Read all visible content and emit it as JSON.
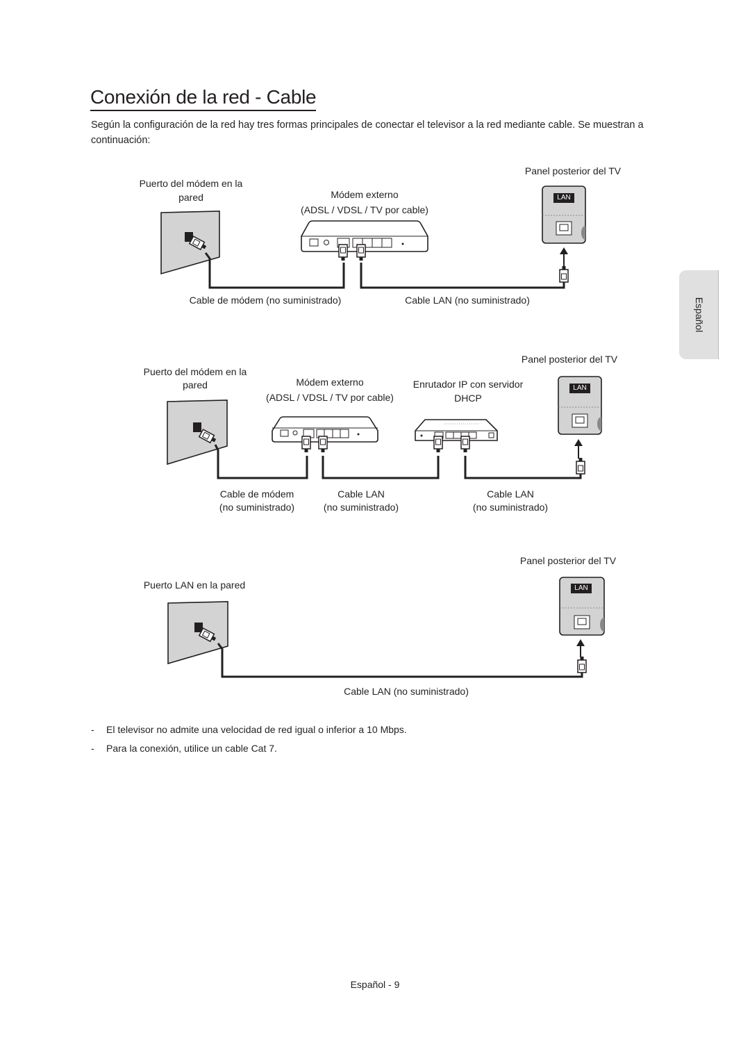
{
  "title": "Conexión de la red - Cable",
  "intro": "Según la configuración de la red hay tres formas principales de conectar el televisor a la red mediante cable. Se muestran a continuación:",
  "side_tab": "Español",
  "diagram1": {
    "tv_panel": "Panel posterior del TV",
    "wall_port_line1": "Puerto del módem en la",
    "wall_port_line2": "pared",
    "modem_line1": "Módem externo",
    "modem_line2": "(ADSL / VDSL / TV por cable)",
    "modem_cable": "Cable de módem (no suministrado)",
    "lan_cable": "Cable LAN (no suministrado)",
    "lan_badge": "LAN"
  },
  "diagram2": {
    "tv_panel": "Panel posterior del TV",
    "wall_port_line1": "Puerto del módem en la",
    "wall_port_line2": "pared",
    "modem_line1": "Módem externo",
    "modem_line2": "(ADSL / VDSL / TV por cable)",
    "router_line1": "Enrutador IP con servidor",
    "router_line2": "DHCP",
    "modem_cable_line1": "Cable de módem",
    "modem_cable_line2": "(no suministrado)",
    "lan_cable_a_line1": "Cable LAN",
    "lan_cable_a_line2": "(no suministrado)",
    "lan_cable_b_line1": "Cable LAN",
    "lan_cable_b_line2": "(no suministrado)",
    "lan_badge": "LAN"
  },
  "diagram3": {
    "tv_panel": "Panel posterior del TV",
    "wall_port": "Puerto LAN en la pared",
    "lan_cable": "Cable LAN (no suministrado)",
    "lan_badge": "LAN"
  },
  "notes": [
    "El televisor no admite una velocidad de red igual o inferior a 10 Mbps.",
    "Para la conexión, utilice un cable Cat 7."
  ],
  "note_bullet": "-",
  "footer": "Español - 9"
}
